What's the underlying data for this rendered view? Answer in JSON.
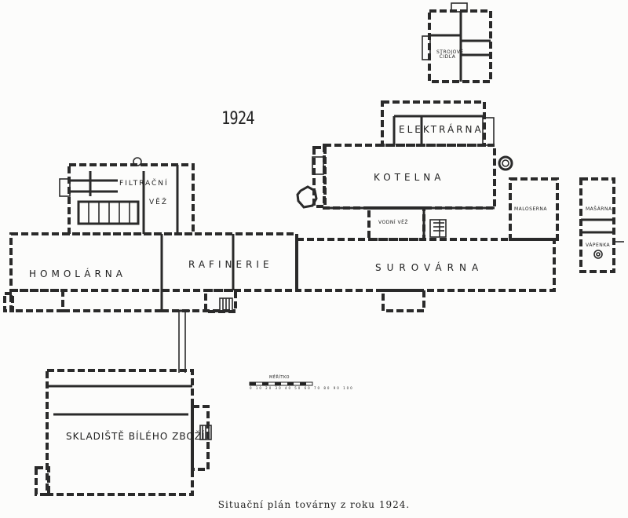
{
  "plan": {
    "year": "1924",
    "caption": "Situační plán továrny z roku 1924.",
    "scale_label": "MĚŘÍTKO",
    "scale_numbers": "0 10 20 30 40 50 60 70 80 90 100"
  },
  "rooms": {
    "strojove_cidla": "STROJOVÉ ČIDLA",
    "elektrarna": "ELEKTRÁRNA",
    "kotelna": "KOTELNA",
    "filtracni_vez_1": "FILTRAČNÍ",
    "filtracni_vez_2": "VĚŽ",
    "vodni_vez": "VODNÍ VĚŽ",
    "maloserna": "MALOSERNA",
    "masarna": "MAŠÁRNA",
    "vapenka": "VÁPENKA",
    "homolarna": "HOMOLÁRNA",
    "rafinerie": "RAFINERIE",
    "surovarna": "SUROVÁRNA",
    "skladiste": "SKLADIŠTĚ BÍLÉHO ZBOŽÍ"
  }
}
